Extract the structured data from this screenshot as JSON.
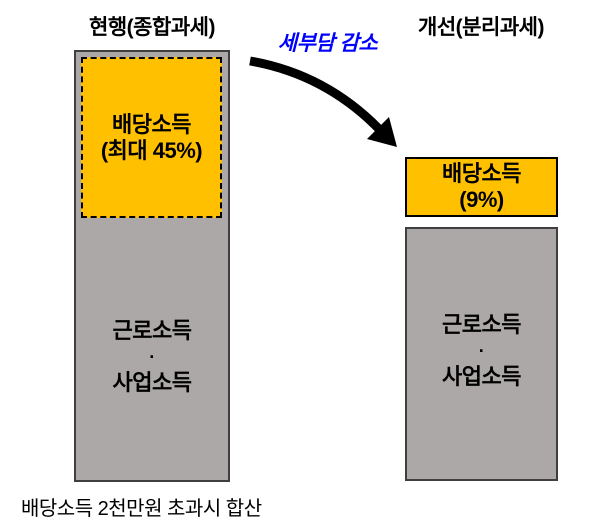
{
  "colors": {
    "orange": "#FFC000",
    "gray": "#ACA8A8",
    "bar_border": "#3F3F3F",
    "box_border": "#000000",
    "blue": "#0000FF",
    "arrow": "#000000"
  },
  "left_column": {
    "title": "현행(종합과세)",
    "dividend_box": {
      "line1": "배당소득",
      "line2": "(최대 45%)"
    },
    "base_box": {
      "line1": "근로소득",
      "separator": "·",
      "line2": "사업소득"
    }
  },
  "right_column": {
    "title": "개선(분리과세)",
    "dividend_box": {
      "line1": "배당소득",
      "line2": "(9%)"
    },
    "base_box": {
      "line1": "근로소득",
      "separator": "·",
      "line2": "사업소득"
    }
  },
  "arrow": {
    "label": "세부담 감소"
  },
  "footnote": "배당소득 2천만원 초과시 합산"
}
